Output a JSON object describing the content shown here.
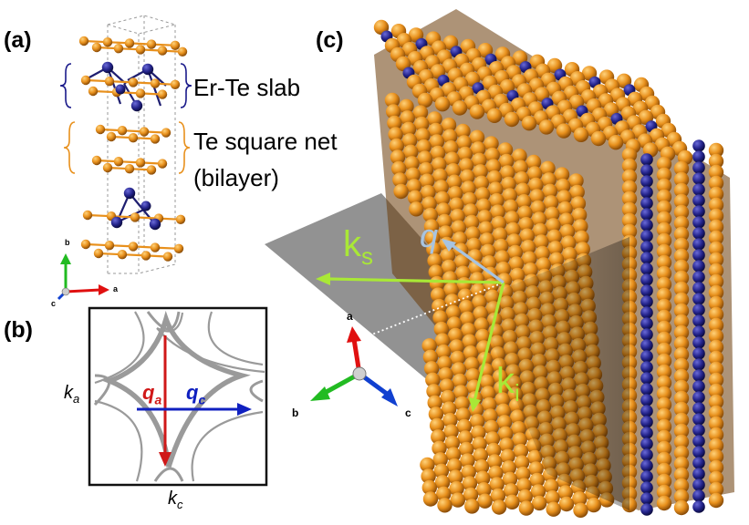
{
  "panels": {
    "a": {
      "label": "(a)",
      "slab_label": "Er-Te slab",
      "net_label_1": "Te square net",
      "net_label_2": "(bilayer)"
    },
    "b": {
      "label": "(b)",
      "axis_y": "k",
      "axis_y_sub": "a",
      "axis_x": "k",
      "axis_x_sub": "c",
      "q_a": "q",
      "q_a_sub": "a",
      "q_c": "q",
      "q_c_sub": "c"
    },
    "c": {
      "label": "(c)",
      "k_s": "k",
      "k_s_sub": "s",
      "q": "q",
      "k_i": "k",
      "k_i_sub": "i"
    }
  },
  "axes_small": {
    "a": "a",
    "b": "b",
    "c": "c"
  },
  "axes_large": {
    "a": "a",
    "b": "b",
    "c": "c"
  },
  "colors": {
    "te_atom": "#e8901c",
    "er_atom": "#23238a",
    "plane": "#8c8c8c",
    "k_vectors": "#a9e836",
    "q_vector": "#a8c4e0",
    "q_a": "#d01818",
    "q_c": "#1020c0",
    "axis_a": "#e01010",
    "axis_b": "#22bb22",
    "axis_c": "#1040d0"
  }
}
